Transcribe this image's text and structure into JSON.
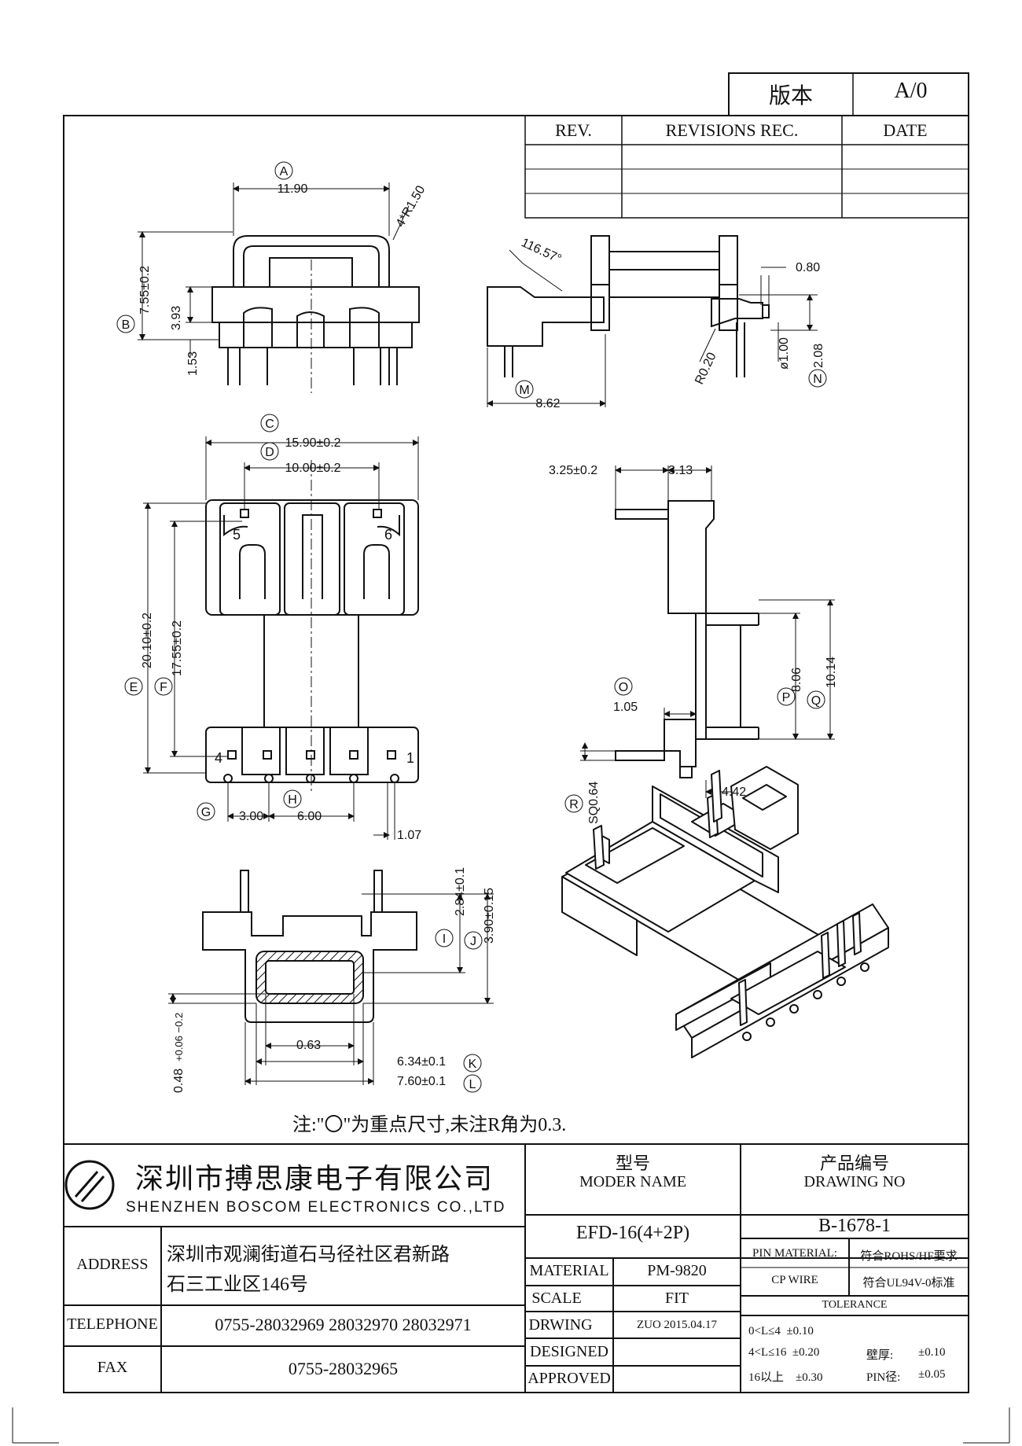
{
  "version_box": {
    "label": "版本",
    "value": "A/0"
  },
  "revisions": {
    "rev_header": "REV.",
    "rec_header": "REVISIONS REC.",
    "date_header": "DATE"
  },
  "labels": {
    "A": "A",
    "B": "B",
    "C": "C",
    "D": "D",
    "E": "E",
    "F": "F",
    "G": "G",
    "H": "H",
    "I": "I",
    "J": "J",
    "K": "K",
    "L": "L",
    "M": "M",
    "N": "N",
    "O": "O",
    "P": "P",
    "Q": "Q",
    "R": "R"
  },
  "dimensions": {
    "d_11_90": "11.90",
    "d_4r150": "4*R1.50",
    "d_7_55": "7.55±0.2",
    "d_3_93": "3.93",
    "d_1_53": "1.53",
    "d_116_57": "116.57°",
    "d_0_80": "0.80",
    "d_phi100": "ø1.00",
    "d_2_08": "2.08",
    "d_r020": "R0.20",
    "d_8_62": "8.62",
    "d_15_90": "15.90±0.2",
    "d_10_00": "10.00±0.2",
    "d_20_10": "20.10±0.2",
    "d_17_55": "17.55±0.2",
    "d_3_00": "3.00",
    "d_6_00": "6.00",
    "d_1_07": "1.07",
    "d_3_25": "3.25±0.2",
    "d_3_13": "3.13",
    "d_8_06": "8.06",
    "d_10_14": "10.14",
    "d_1_05": "1.05",
    "d_4_42": "4.42",
    "d_sq064": "SQ0.64",
    "d_2_84": "2.84±0.1",
    "d_3_90": "3.90±0.15",
    "d_0_48": "0.48",
    "d_0_48_tol": "+0.06 −0.2",
    "d_0_63": "0.63",
    "d_6_34": "6.34±0.1",
    "d_7_60": "7.60±0.1"
  },
  "pin_numbers": {
    "p5": "5",
    "p6": "6",
    "p4": "4",
    "p1": "1"
  },
  "note": "注:\"〇\"为重点尺寸,未注R角为0.3.",
  "title_block": {
    "company_cn": "深圳市搏思康电子有限公司",
    "company_en": "SHENZHEN BOSCOM ELECTRONICS CO.,LTD",
    "address_label": "ADDRESS",
    "address_line1": "深圳市观澜街道石马径社区君新路",
    "address_line2": "石三工业区146号",
    "telephone_label": "TELEPHONE",
    "telephone": "0755-28032969 28032970 28032971",
    "fax_label": "FAX",
    "fax": "0755-28032965",
    "model_cn": "型号",
    "model_en": "MODER NAME",
    "model_value": "EFD-16(4+2P)",
    "drawing_cn": "产品编号",
    "drawing_en": "DRAWING NO",
    "drawing_value": "B-1678-1",
    "material_label": "MATERIAL",
    "material_value": "PM-9820",
    "scale_label": "SCALE",
    "scale_value": "FIT",
    "drwing_label": "DRWING",
    "drwing_value": "ZUO 2015.04.17",
    "designed_label": "DESIGNED",
    "approved_label": "APPROVED",
    "pin_material_label": "PIN MATERIAL:",
    "cp_wire": "CP WIRE",
    "rohs": "符合ROHS/HF要求",
    "ul94": "符合UL94V-0标准",
    "tolerance_label": "TOLERANCE",
    "tol1": "0<L≤4  ±0.10",
    "tol2": "4<L≤16  ±0.20",
    "tol3": "16以上    ±0.30",
    "wall_label": "壁厚:",
    "wall_value": "±0.10",
    "pin_label": "PIN径:",
    "pin_value": "±0.05"
  }
}
